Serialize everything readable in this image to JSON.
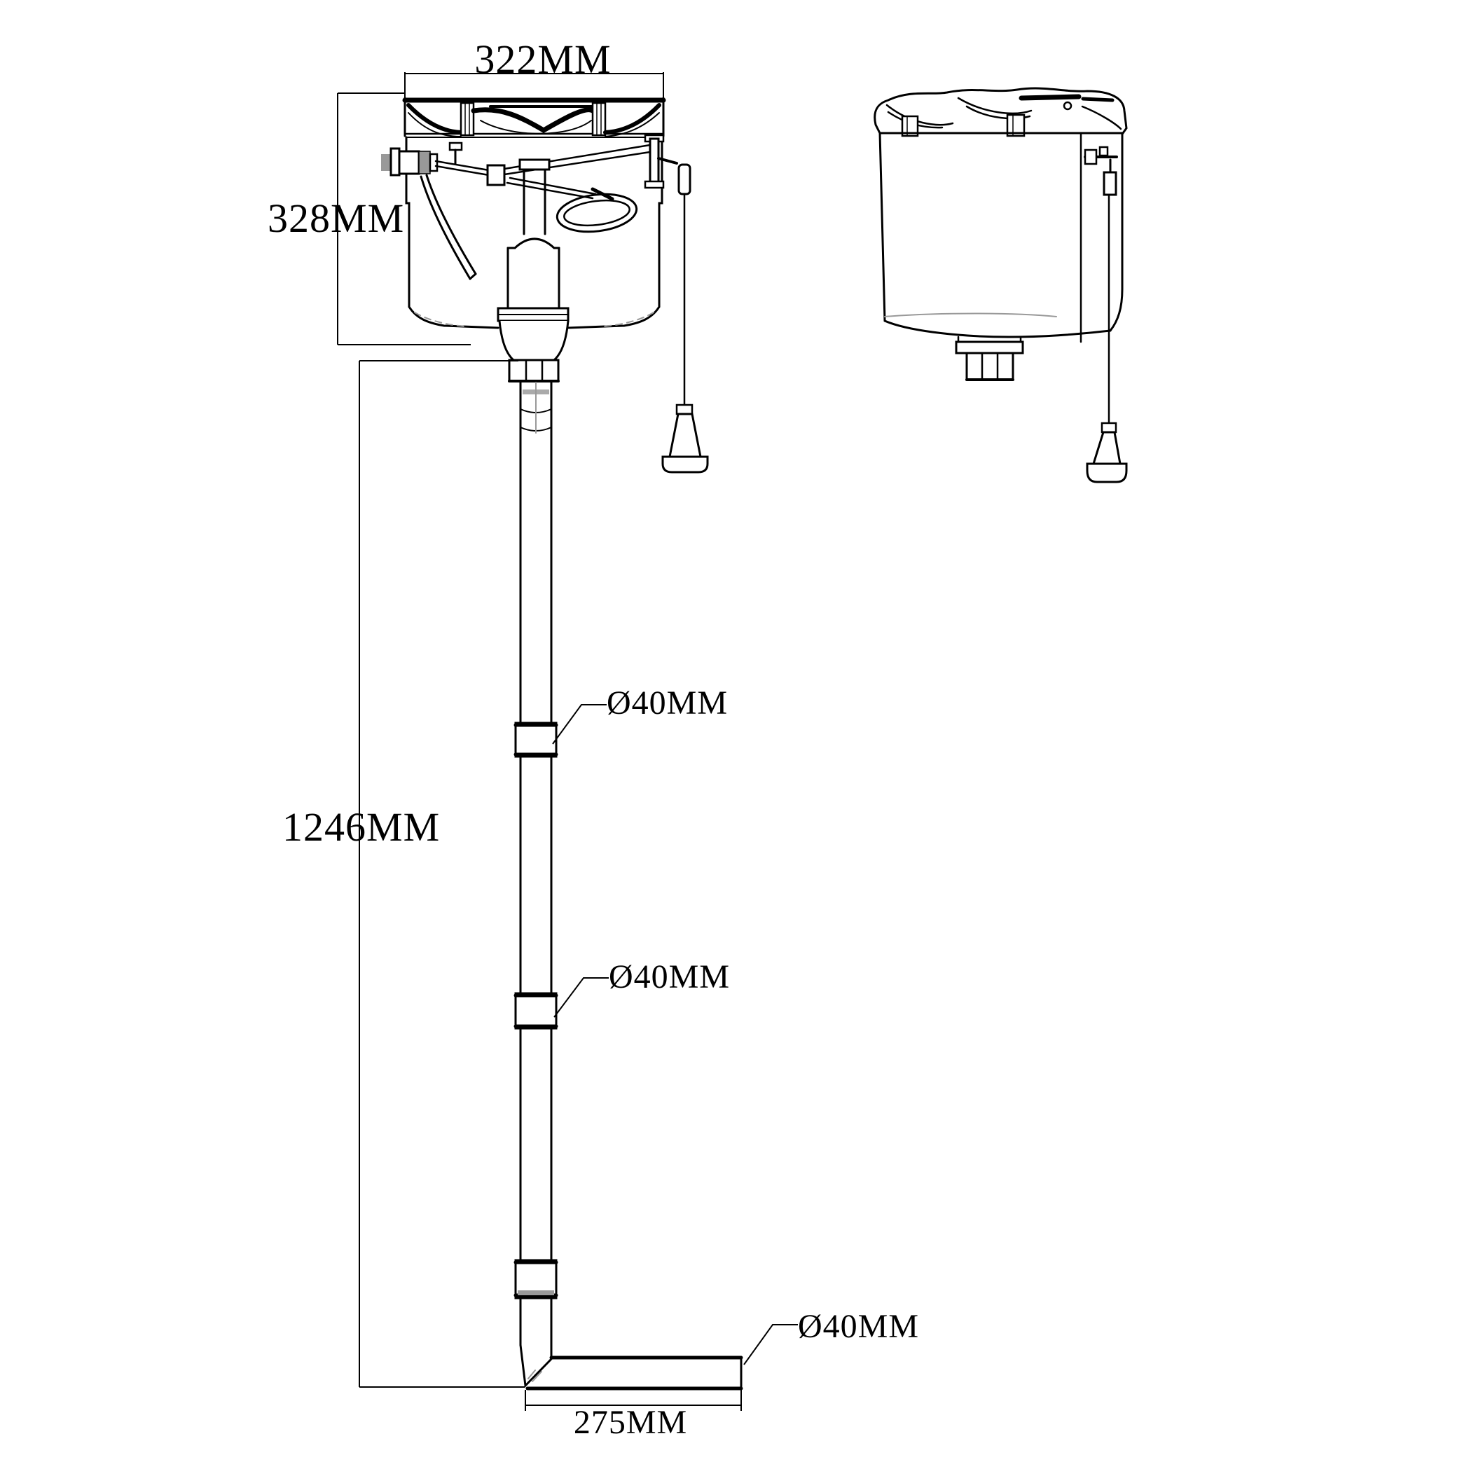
{
  "dimensions": {
    "lid_width": "322MM",
    "cistern_height": "328MM",
    "flush_pipe_height": "1246MM",
    "pipe_diameter_top": "Ø40MM",
    "pipe_diameter_middle": "Ø40MM",
    "pipe_diameter_bottom": "Ø40MM",
    "outlet_pipe_length": "275MM"
  },
  "colors": {
    "line": "#000000",
    "shade": "#999999",
    "background": "#ffffff"
  },
  "views": {
    "front": "front-elevation-cistern-with-flush-pipe",
    "side": "side-perspective-cistern"
  }
}
